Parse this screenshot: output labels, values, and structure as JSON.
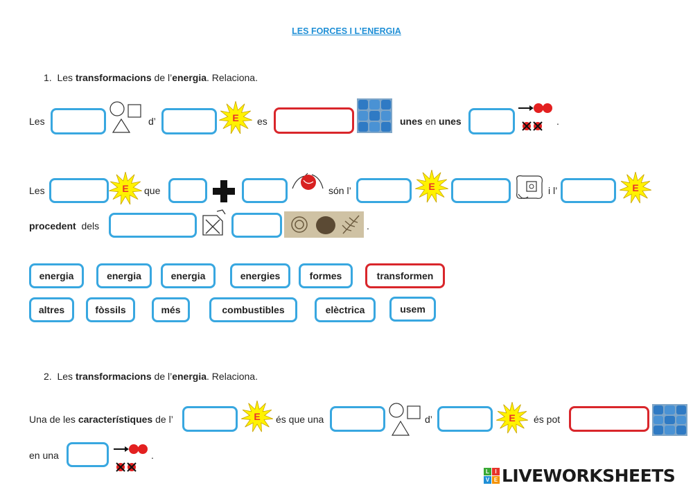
{
  "page": {
    "title": "LES FORCES I L’ENERGIA"
  },
  "exercise1": {
    "number": "1.",
    "heading_pre": "Les ",
    "heading_bold1": "transformacions",
    "heading_mid": " de l’",
    "heading_bold2": "energia",
    "heading_post": ". Relaciona.",
    "row1": {
      "les": "Les",
      "d": "d’",
      "es": "es",
      "unes1": "unes",
      "en": "en",
      "unes2": "unes",
      "dot": "."
    },
    "row2": {
      "les": "Les",
      "que": "que",
      "son": "són l’",
      "i": "i l’"
    },
    "row3": {
      "procedent": "procedent",
      "dels": "dels",
      "dot": "."
    }
  },
  "word_bank": {
    "row1": [
      "energia",
      "energia",
      "energia",
      "energies",
      "formes",
      "transformen"
    ],
    "row2": [
      "altres",
      "fòssils",
      "més",
      "combustibles",
      "elèctrica",
      "usem"
    ]
  },
  "exercise2": {
    "number": "2.",
    "heading_pre": "Les ",
    "heading_bold1": "transformacions",
    "heading_mid": " de l’",
    "heading_bold2": "energia",
    "heading_post": ". Relaciona.",
    "row1": {
      "pre": "Una de les ",
      "bold": "característiques",
      "post": " de l’",
      "es_que": "és que una",
      "d": "d’",
      "es_pot": "és pot"
    },
    "row2": {
      "en_una": "en una",
      "dot": "."
    }
  },
  "energy_badge_letter": "E",
  "logo": {
    "text": "LIVEWORKSHEETS",
    "tile_letters": [
      "L",
      "I",
      "V",
      "E"
    ]
  },
  "colors": {
    "title": "#1f8fd6",
    "box_border": "#38a7e0",
    "box_border_highlight": "#d9262b",
    "star_fill": "#fff200",
    "star_letter": "#e8312a"
  },
  "icons": [
    "shapes-icon",
    "energy-star-icon",
    "puzzle-pieces-icon",
    "molecules-icon",
    "plus-icon",
    "hand-ball-icon",
    "electric-device-icon",
    "jerry-can-icon",
    "fossils-icon"
  ]
}
